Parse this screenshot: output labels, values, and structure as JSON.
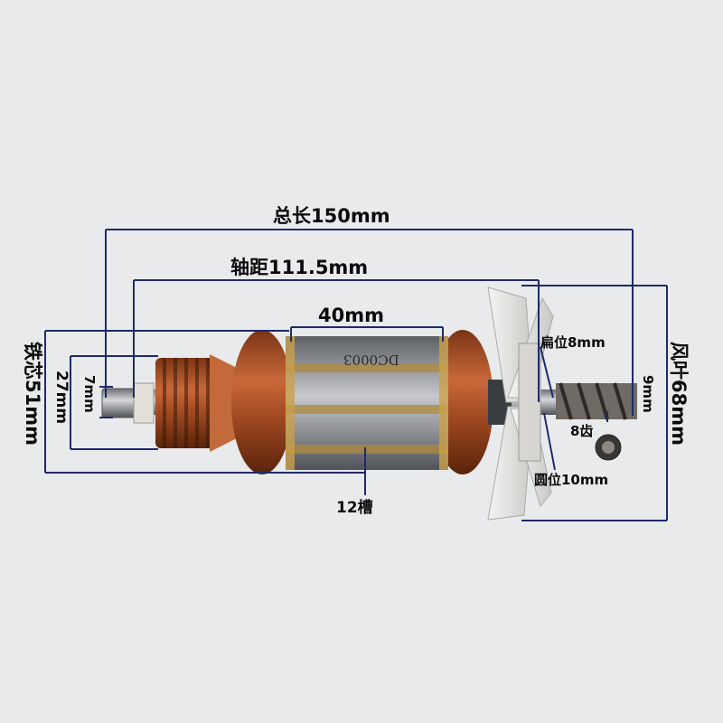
{
  "image": {
    "subject": "motor armature",
    "core_marking": "DC0003"
  },
  "dimensions": {
    "total_length": "总长150mm",
    "shaft_span": "轴距111.5mm",
    "core_length": "40mm",
    "core_diameter": "铁芯51mm",
    "commutator_diameter": "27mm",
    "shaft_end_diameter": "7mm",
    "flat_position": "扁位8mm",
    "fan_diameter": "风叶68mm",
    "gear_diameter": "9mm",
    "gear_teeth": "8齿",
    "round_position": "圆位10mm",
    "slots": "12槽"
  },
  "colors": {
    "background": "#e8eaec",
    "dimension_line": "#1f2a6b",
    "copper": "#b5532a",
    "steel": "#8c8f93",
    "fan": "#eeeeec"
  }
}
